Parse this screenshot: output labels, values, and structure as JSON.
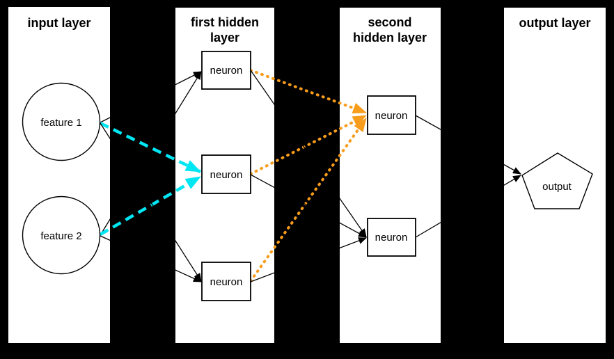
{
  "diagram_type": "neural-network-layers",
  "colors": {
    "background": "#000000",
    "panel": "#ffffff",
    "node_border": "#000000",
    "edge_black": "#000000",
    "cyan": "#00e6f2",
    "orange": "#f89c1c"
  },
  "layers": [
    {
      "id": "input",
      "title_lines": [
        "input layer"
      ]
    },
    {
      "id": "first_hidden",
      "title_lines": [
        "first hidden",
        "layer"
      ]
    },
    {
      "id": "second_hidden",
      "title_lines": [
        "second",
        "hidden layer"
      ]
    },
    {
      "id": "output",
      "title_lines": [
        "output layer"
      ]
    }
  ],
  "nodes": {
    "feature1": {
      "label": "feature 1",
      "shape": "circle",
      "fill": "#ffffff",
      "layer": "input"
    },
    "feature2": {
      "label": "feature 2",
      "shape": "circle",
      "fill": "#ffffff",
      "layer": "input"
    },
    "hidden1_top": {
      "label": "neuron",
      "shape": "box",
      "fill": "#ffffff",
      "layer": "first_hidden"
    },
    "hidden1_middle": {
      "label": "neuron",
      "shape": "box",
      "fill": "#00e6f2",
      "layer": "first_hidden"
    },
    "hidden1_bottom": {
      "label": "neuron",
      "shape": "box",
      "fill": "#ffffff",
      "layer": "first_hidden"
    },
    "hidden2_top": {
      "label": "neuron",
      "shape": "box",
      "fill": "#f89c1c",
      "layer": "second_hidden"
    },
    "hidden2_bottom": {
      "label": "neuron",
      "shape": "box",
      "fill": "#ffffff",
      "layer": "second_hidden"
    },
    "output": {
      "label": "output",
      "shape": "pentagon",
      "fill": "#ffffff",
      "layer": "output"
    }
  },
  "edges": [
    {
      "from": "feature1",
      "to": "hidden1_top",
      "style": "solid",
      "color": "#000000"
    },
    {
      "from": "feature2",
      "to": "hidden1_top",
      "style": "solid",
      "color": "#000000"
    },
    {
      "from": "feature1",
      "to": "hidden1_middle",
      "style": "dashed",
      "color": "#00e6f2"
    },
    {
      "from": "feature2",
      "to": "hidden1_middle",
      "style": "dashed",
      "color": "#00e6f2"
    },
    {
      "from": "feature1",
      "to": "hidden1_bottom",
      "style": "solid",
      "color": "#000000"
    },
    {
      "from": "feature2",
      "to": "hidden1_bottom",
      "style": "solid",
      "color": "#000000"
    },
    {
      "from": "hidden1_top",
      "to": "hidden2_top",
      "style": "dotted",
      "color": "#f89c1c"
    },
    {
      "from": "hidden1_middle",
      "to": "hidden2_top",
      "style": "dotted",
      "color": "#f89c1c"
    },
    {
      "from": "hidden1_bottom",
      "to": "hidden2_top",
      "style": "dotted",
      "color": "#f89c1c"
    },
    {
      "from": "hidden1_top",
      "to": "hidden2_bottom",
      "style": "solid",
      "color": "#000000"
    },
    {
      "from": "hidden1_middle",
      "to": "hidden2_bottom",
      "style": "solid",
      "color": "#000000"
    },
    {
      "from": "hidden1_bottom",
      "to": "hidden2_bottom",
      "style": "solid",
      "color": "#000000"
    },
    {
      "from": "hidden2_top",
      "to": "output",
      "style": "solid",
      "color": "#000000"
    },
    {
      "from": "hidden2_bottom",
      "to": "output",
      "style": "solid",
      "color": "#000000"
    }
  ]
}
